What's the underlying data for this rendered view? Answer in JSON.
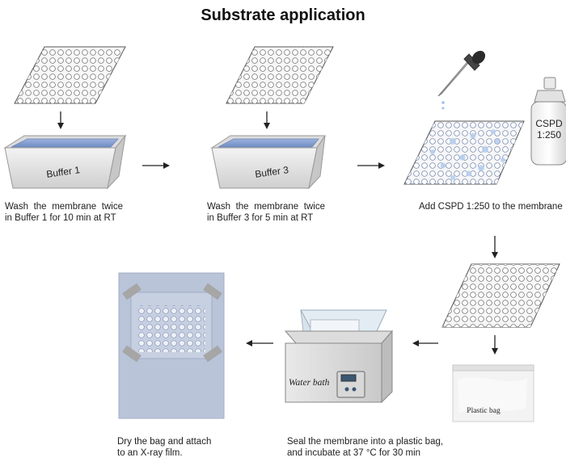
{
  "title": "Substrate application",
  "steps": [
    {
      "container_label": "Buffer 1",
      "caption": "Wash the membrane twice in Buffer 1 for 10 min at RT"
    },
    {
      "container_label": "Buffer 3",
      "caption": "Wash the membrane twice in Buffer 3 for 5 min at RT"
    },
    {
      "bottle_label_line1": "CSPD",
      "bottle_label_line2": "1:250",
      "caption": "Add CSPD 1:250 to the membrane"
    },
    {
      "bag_label": "Plastic bag",
      "bath_label": "Water bath",
      "caption_line1": "Seal the membrane into a plastic bag,",
      "caption_line2": "and incubate at 37 °C for 30 min"
    },
    {
      "caption_line1": "Dry the bag and attach",
      "caption_line2": "to an X-ray film."
    }
  ],
  "colors": {
    "water": "#7f9bd0",
    "tray": "#e6e6e6",
    "film": "#b9c3d8",
    "droplet": "#a9c6ec",
    "arrow": "#222222"
  }
}
